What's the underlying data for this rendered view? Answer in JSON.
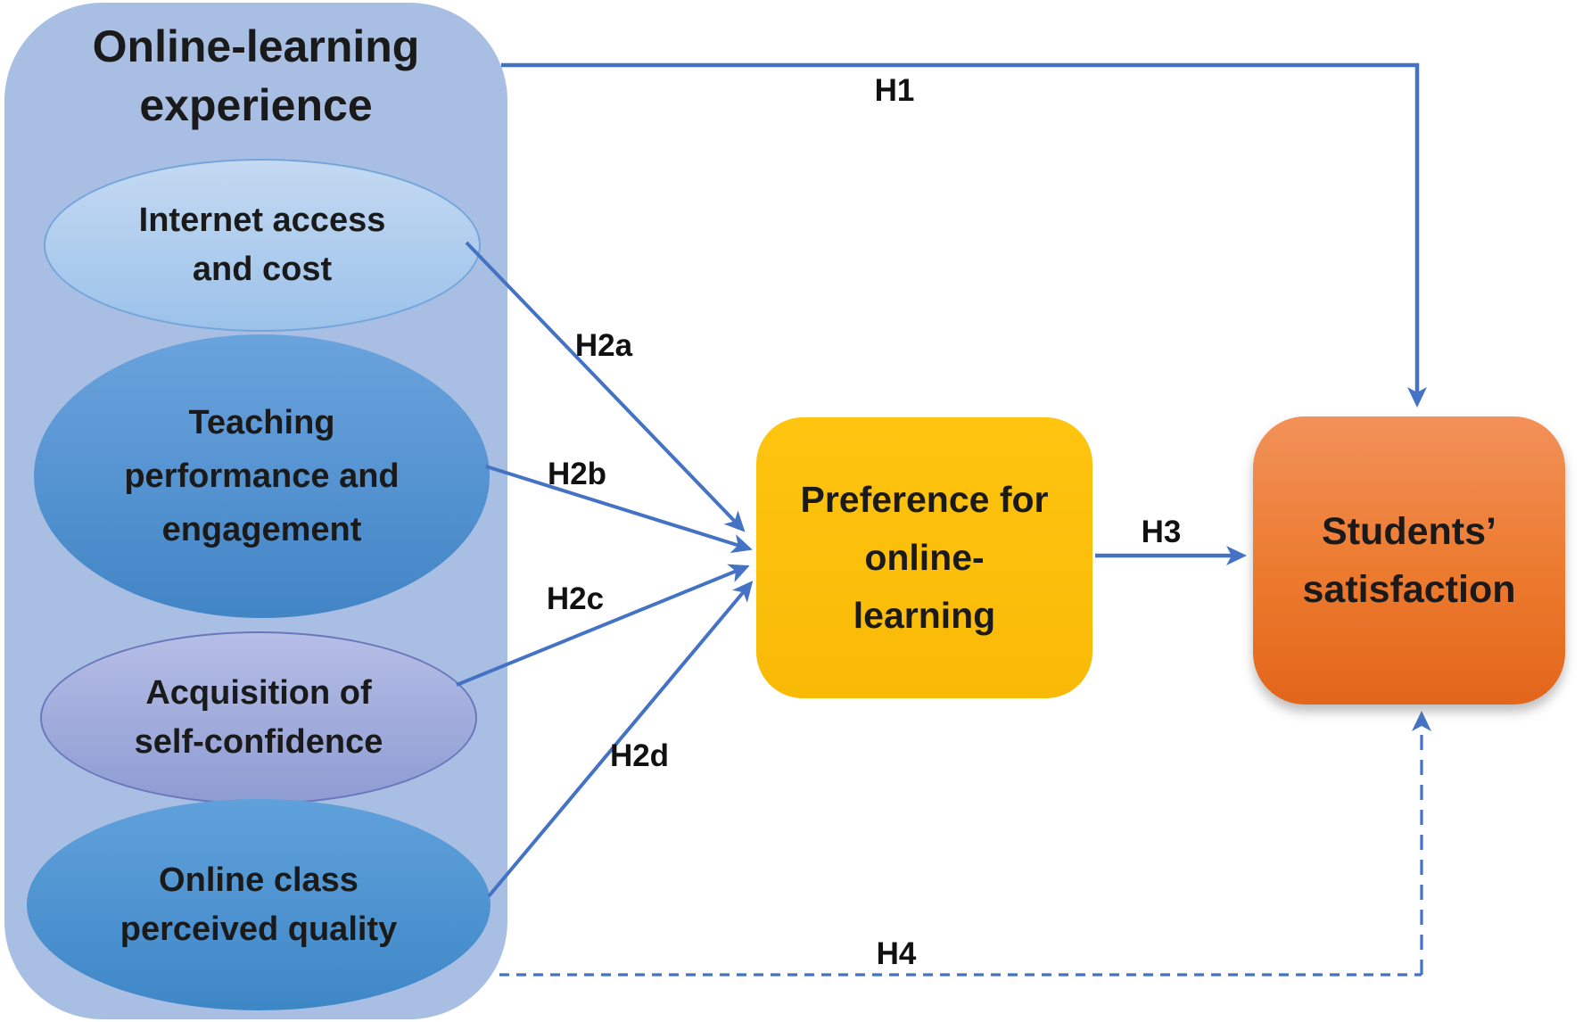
{
  "title": {
    "line1": "Online-learning",
    "line2": "experience"
  },
  "factors": [
    {
      "name": "internet-access-and-cost",
      "lines": [
        "Internet access",
        "and cost"
      ]
    },
    {
      "name": "teaching-performance-and-engagement",
      "lines": [
        "Teaching",
        "performance and",
        "engagement"
      ]
    },
    {
      "name": "acquisition-of-self-confidence",
      "lines": [
        "Acquisition of",
        "self-confidence"
      ]
    },
    {
      "name": "online-class-perceived-quality",
      "lines": [
        "Online class",
        "perceived quality"
      ]
    }
  ],
  "mediator": {
    "lines": [
      "Preference for",
      "online-",
      "learning"
    ]
  },
  "outcome": {
    "lines": [
      "Students’",
      "satisfaction"
    ]
  },
  "hypotheses": {
    "h1": "H1",
    "h2a": "H2a",
    "h2b": "H2b",
    "h2c": "H2c",
    "h2d": "H2d",
    "h3": "H3",
    "h4": "H4"
  },
  "colors": {
    "arrow_blue": "#4472C4",
    "group_panel_fill": "#A9BEE3",
    "ellipse_light_blue_top": "#C4D9F2",
    "ellipse_light_blue_bottom": "#9CC2EA",
    "ellipse_blue_top": "#6AA3DD",
    "ellipse_blue_bottom": "#4285C6",
    "ellipse_periwinkle_top": "#B6BEE6",
    "ellipse_periwinkle_bottom": "#8E9CD3",
    "mediator_yellow": "#FCBF0A",
    "outcome_orange": "#ED7D31",
    "text": "#1A1A1A"
  }
}
